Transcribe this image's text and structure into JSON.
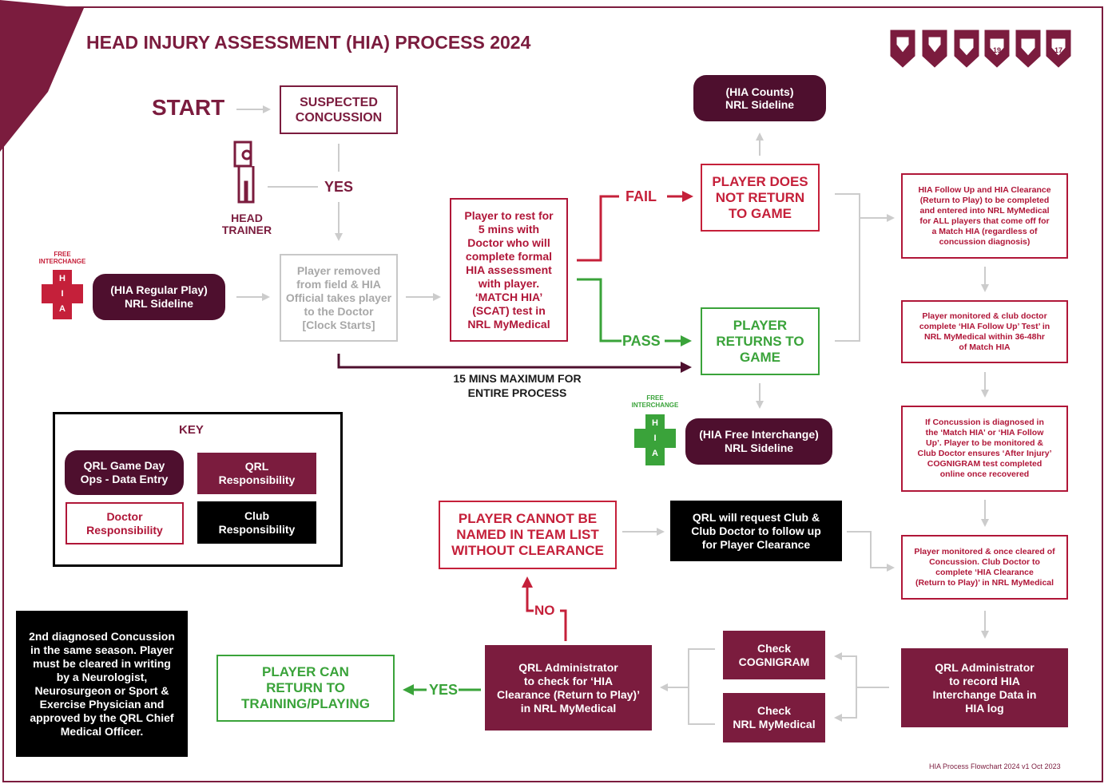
{
  "title": "HEAD INJURY ASSESSMENT (HIA) PROCESS 2024",
  "colors": {
    "maroon": "#7b1c3e",
    "dark_purple": "#4e0f2e",
    "red": "#c5203a",
    "green": "#3aa33a",
    "grey": "#c8c8c8",
    "black": "#000000"
  },
  "logos": {
    "labels": [
      "19",
      "17"
    ]
  },
  "start": "START",
  "suspected": "SUSPECTED\nCONCUSSION",
  "yes_top": "YES",
  "head_trainer": "HEAD\nTRAINER",
  "free_interchange_left": "FREE\nINTERCHANGE",
  "hia_regular": "(HIA Regular Play)\nNRL Sideline",
  "player_removed": "Player removed\nfrom field & HIA\nOfficial takes player\nto the Doctor\n[Clock Starts]",
  "rest": "Player to rest for\n5 mins with\nDoctor who will\ncomplete formal\nHIA assessment\nwith player.\n‘MATCH HIA’\n(SCAT) test in\nNRL MyMedical",
  "fail": "FAIL",
  "pass": "PASS",
  "hia_counts": "(HIA Counts)\nNRL Sideline",
  "not_return": "PLAYER DOES\nNOT RETURN\nTO GAME",
  "returns": "PLAYER\nRETURNS TO\nGAME",
  "fifteen": "15 MINS MAXIMUM FOR\nENTIRE PROCESS",
  "free_interchange_right": "FREE\nINTERCHANGE",
  "hia_free": "(HIA Free Interchange)\nNRL Sideline",
  "right_col": [
    "HIA Follow Up and HIA Clearance\n(Return to Play) to be completed\nand entered into NRL MyMedical\nfor ALL players that come off for\na Match HIA (regardless of\nconcussion diagnosis)",
    "Player monitored & club doctor\ncomplete ‘HIA Follow Up’ Test’ in\nNRL MyMedical within 36-48hr\nof Match HIA",
    "If Concussion is diagnosed in\nthe ‘Match HIA’ or ‘HIA Follow\nUp’. Player to be monitored &\nClub Doctor ensures ‘After Injury’\nCOGNIGRAM test completed\nonline once recovered",
    "Player monitored & once cleared of\nConcussion. Club Doctor to\ncomplete ‘HIA Clearance\n(Return to Play)’ in NRL MyMedical"
  ],
  "qrl_record": "QRL Administrator\nto record HIA\nInterchange Data in\nHIA log",
  "key": {
    "title": "KEY",
    "ops": "QRL Game Day\nOps - Data Entry",
    "qrl": "QRL\nResponsibility",
    "doctor": "Doctor\nResponsibility",
    "club": "Club\nResponsibility"
  },
  "cannot_name": "PLAYER CANNOT BE\nNAMED IN TEAM LIST\nWITHOUT CLEARANCE",
  "qrl_request": "QRL will request Club &\nClub Doctor to follow up\nfor Player Clearance",
  "no": "NO",
  "check_cog": "Check\nCOGNIGRAM",
  "check_nrl": "Check\nNRL MyMedical",
  "qrl_check": "QRL Administrator\nto check for ‘HIA\nClearance (Return to Play)’\nin  NRL MyMedical",
  "yes_bottom": "YES",
  "can_return": "PLAYER CAN\nRETURN TO\nTRAINING/PLAYING",
  "second": "2nd diagnosed Concussion\nin the same season. Player\nmust be cleared in writing\nby a Neurologist,\nNeurosurgeon or Sport &\nExercise Physician and\napproved by the QRL Chief\nMedical Officer.",
  "footer": "HIA Process Flowchart 2024 v1 Oct 2023"
}
